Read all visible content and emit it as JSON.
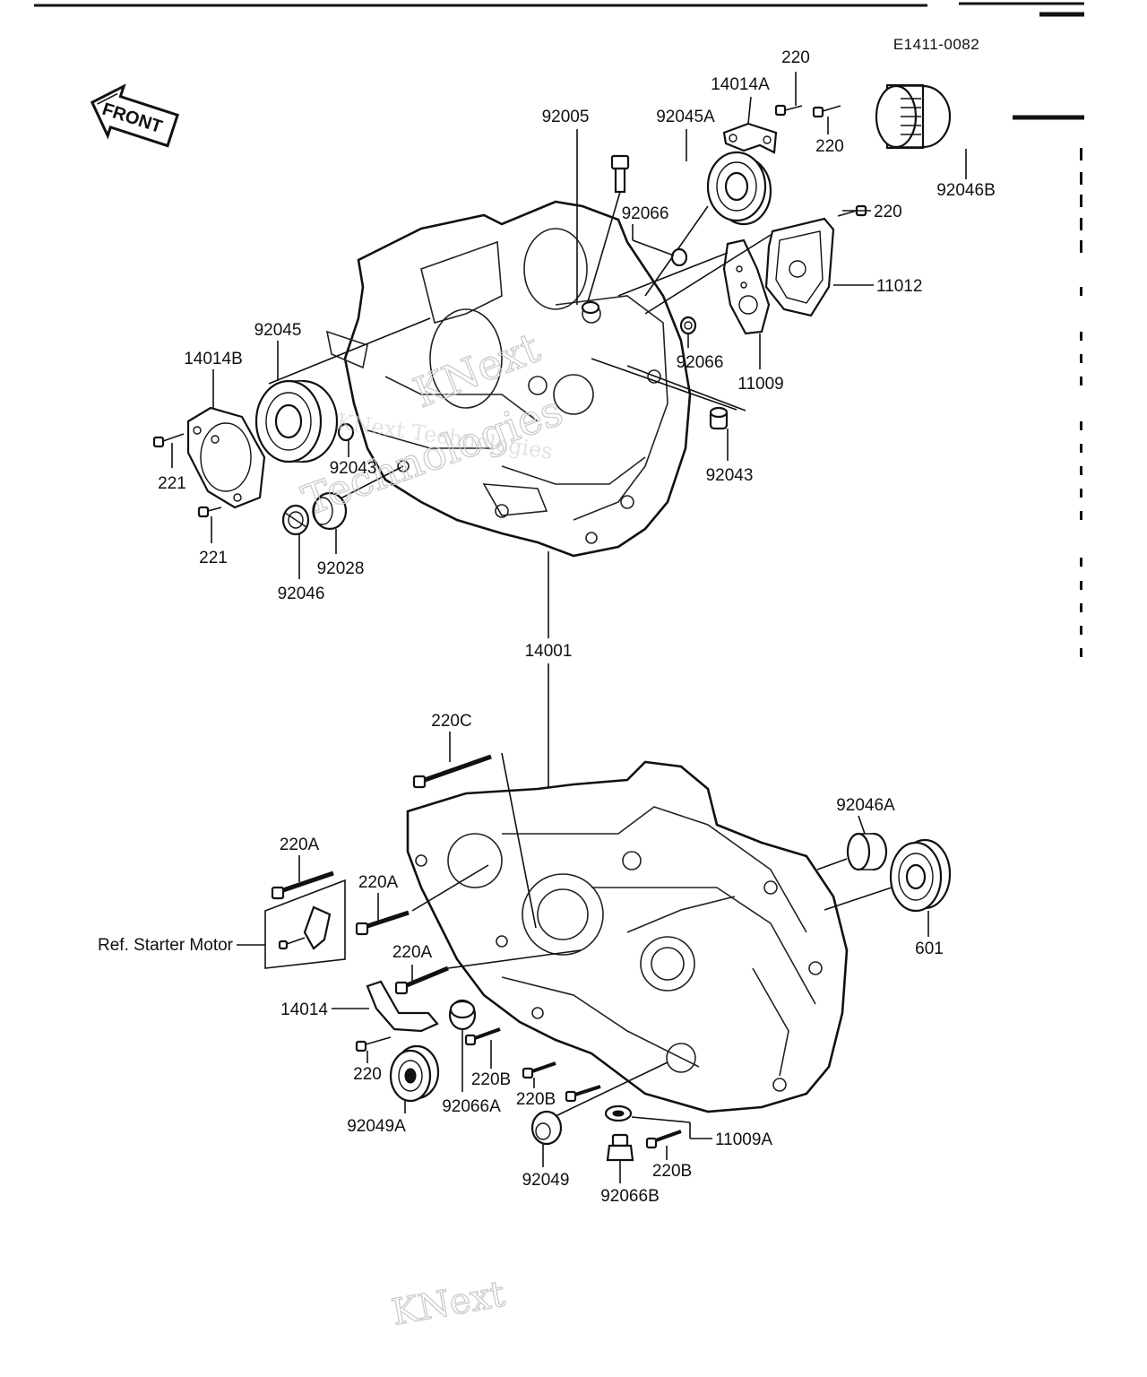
{
  "diagram_code": "E1411-0082",
  "front_label": "FRONT",
  "reference_label": "Ref. Starter Motor",
  "watermark": {
    "lines": [
      "KNext",
      "Technologies",
      "KNext Technologies"
    ]
  },
  "labels": {
    "p92005": "92005",
    "p92045A": "92045A",
    "p14014A": "14014A",
    "p220_top": "220",
    "p220_top2": "220",
    "p92046B": "92046B",
    "p220_right": "220",
    "p92066_top": "92066",
    "p11012": "11012",
    "p92066_mid": "92066",
    "p11009": "11009",
    "p92045": "92045",
    "p14014B": "14014B",
    "p221_a": "221",
    "p221_b": "221",
    "p92043_left": "92043",
    "p92043_right": "92043",
    "p92028": "92028",
    "p92046": "92046",
    "p14001": "14001",
    "p220C": "220C",
    "p92046A": "92046A",
    "p220A_a": "220A",
    "p220A_b": "220A",
    "p220A_c": "220A",
    "p601": "601",
    "p14014": "14014",
    "p220_bot": "220",
    "p220B_a": "220B",
    "p220B_b": "220B",
    "p92049A": "92049A",
    "p92066A": "92066A",
    "p11009A": "11009A",
    "p220B_c": "220B",
    "p92049": "92049",
    "p92066B": "92066B"
  }
}
